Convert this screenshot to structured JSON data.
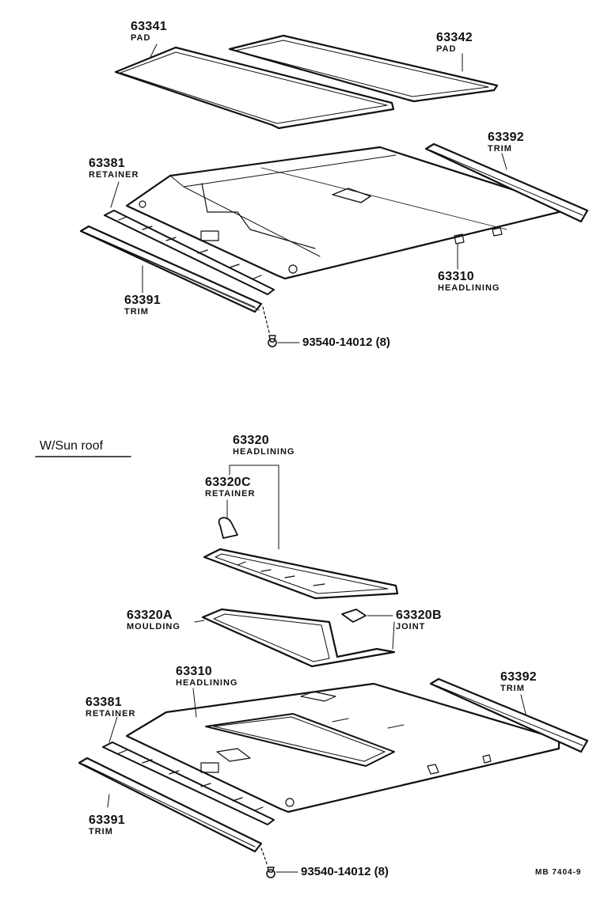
{
  "top": {
    "parts": [
      {
        "id": "p63341",
        "number": "63341",
        "name": "PAD"
      },
      {
        "id": "p63342",
        "number": "63342",
        "name": "PAD"
      },
      {
        "id": "p63381",
        "number": "63381",
        "name": "RETAINER"
      },
      {
        "id": "p63392",
        "number": "63392",
        "name": "TRIM"
      },
      {
        "id": "p63310",
        "number": "63310",
        "name": "HEADLINING"
      },
      {
        "id": "p63391",
        "number": "63391",
        "name": "TRIM"
      }
    ],
    "bolt": "93540-14012 (8)"
  },
  "bottom": {
    "section_title": "W/Sun roof",
    "parts": [
      {
        "id": "b63320",
        "number": "63320",
        "name": "HEADLINING"
      },
      {
        "id": "b63320c",
        "number": "63320C",
        "name": "RETAINER"
      },
      {
        "id": "b63320a",
        "number": "63320A",
        "name": "MOULDING"
      },
      {
        "id": "b63320b",
        "number": "63320B",
        "name": "JOINT"
      },
      {
        "id": "b63310",
        "number": "63310",
        "name": "HEADLINING"
      },
      {
        "id": "b63392",
        "number": "63392",
        "name": "TRIM"
      },
      {
        "id": "b63381",
        "number": "63381",
        "name": "RETAINER"
      },
      {
        "id": "b63391",
        "number": "63391",
        "name": "TRIM"
      }
    ],
    "bolt": "93540-14012 (8)"
  },
  "figure_code": "MB 7404-9"
}
